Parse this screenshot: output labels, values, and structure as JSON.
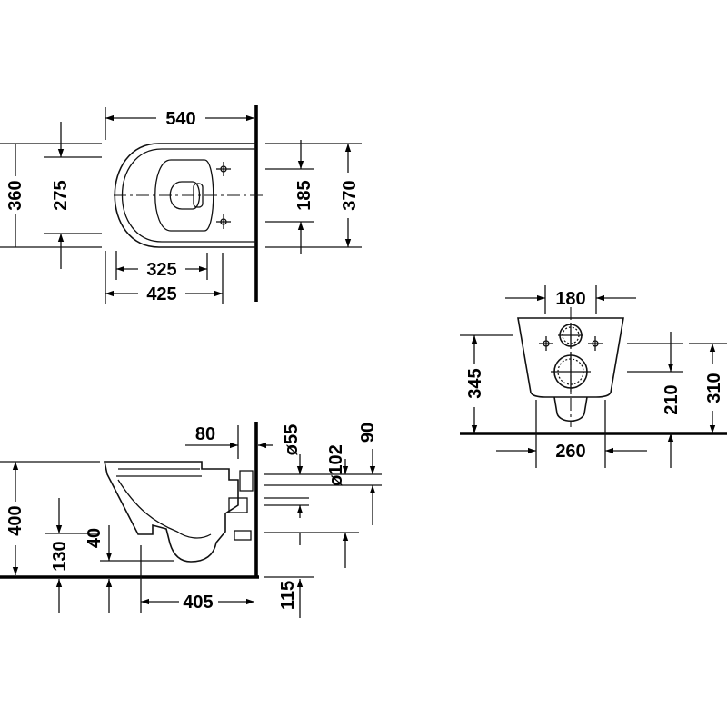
{
  "top_view": {
    "width": "540",
    "overall_width": "360",
    "inner_width": "275",
    "fix_spacing": "185",
    "wall_width": "370",
    "bowl_length": "325",
    "overall_length": "425"
  },
  "side_view": {
    "spigot_offset": "80",
    "spigot_diameter": "ø55",
    "outlet_diameter": "ø102",
    "top_offset": "90",
    "height": "400",
    "outlet_height": "130",
    "foot_height": "40",
    "depth": "405",
    "drain_height": "115"
  },
  "front_view": {
    "top_width": "180",
    "overall_height": "345",
    "inlet_height": "210",
    "wall_height": "310",
    "base_width": "260"
  }
}
